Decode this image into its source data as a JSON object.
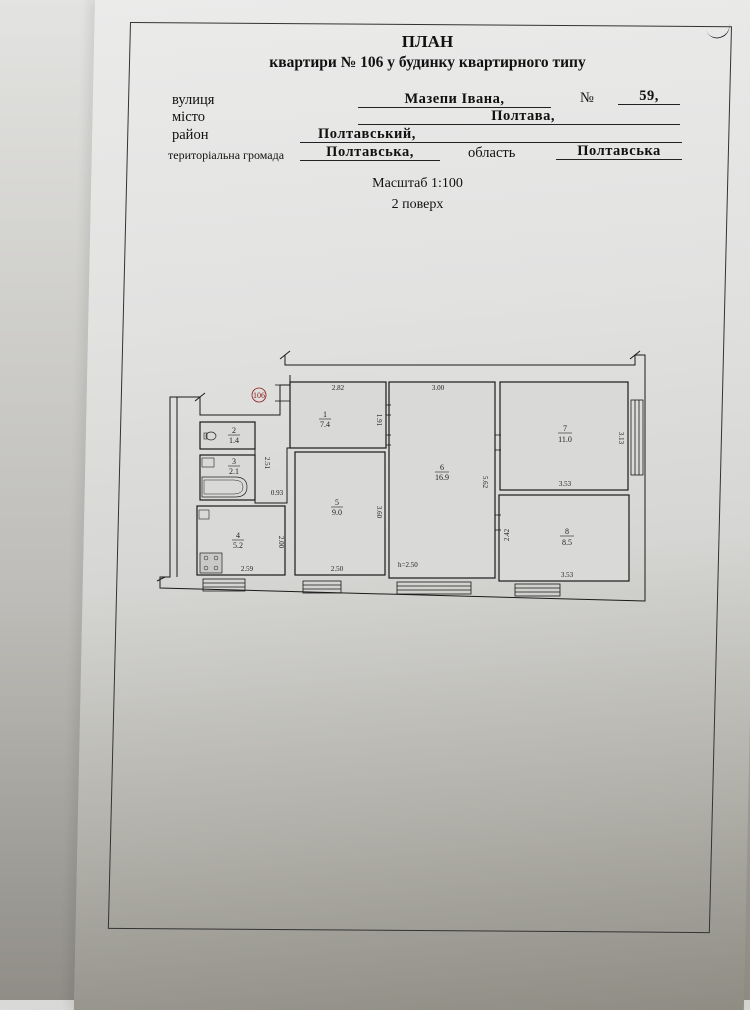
{
  "document": {
    "title": "ПЛАН",
    "subtitle": "квартири  № 106 у будинку квартирного типу",
    "fields": {
      "street_label": "вулиця",
      "street_value": "Мазепи Івана,",
      "number_label": "№",
      "number_value": "59,",
      "city_label": "місто",
      "city_value": "Полтава,",
      "district_label": "район",
      "district_value": "Полтавський,",
      "community_label": "територіальна громада",
      "community_value": "Полтавська,",
      "region_label": "область",
      "region_value": "Полтавська"
    },
    "scale": "Масштаб 1:100",
    "floor": "2 поверх"
  },
  "plan": {
    "apartment_stamp": "106",
    "ceiling_height": "h=2.50",
    "rooms": [
      {
        "id": "1",
        "area": "7.4",
        "dims": [
          "2.82",
          "1.91"
        ]
      },
      {
        "id": "2",
        "area": "1.4",
        "dims": []
      },
      {
        "id": "3",
        "area": "2.1",
        "dims": [
          "2.51"
        ]
      },
      {
        "id": "4",
        "area": "5.2",
        "dims": [
          "2.59",
          "2.00"
        ]
      },
      {
        "id": "5",
        "area": "9.0",
        "dims": [
          "2.50",
          "3.60"
        ]
      },
      {
        "id": "6",
        "area": "16.9",
        "dims": [
          "3.00",
          "5.62"
        ]
      },
      {
        "id": "7",
        "area": "11.0",
        "dims": [
          "3.53",
          "3.13"
        ]
      },
      {
        "id": "8",
        "area": "8.5",
        "dims": [
          "3.53",
          "2.42"
        ]
      }
    ],
    "corridor_dim": "0.93"
  }
}
